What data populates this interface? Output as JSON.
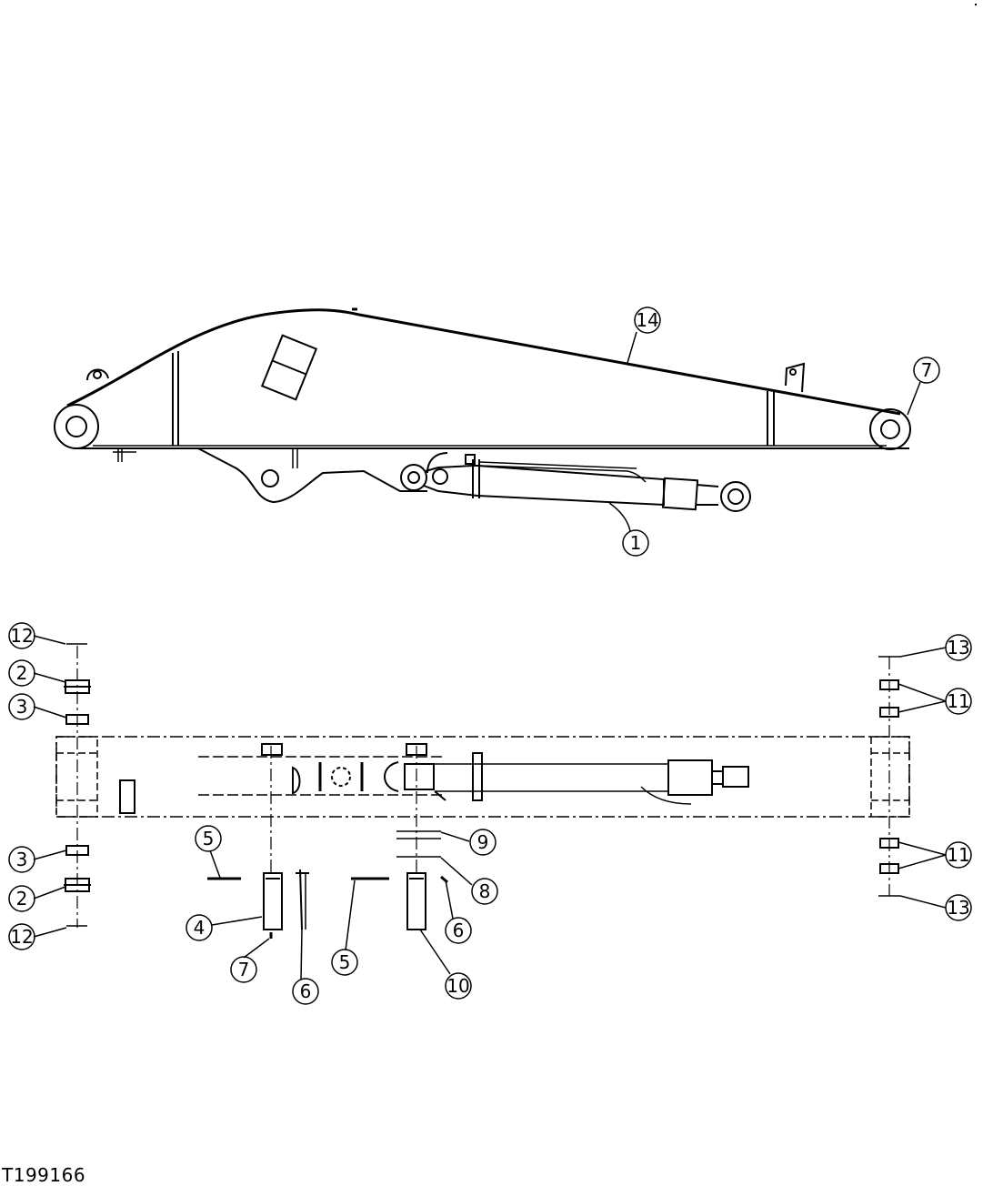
{
  "figure": {
    "id": "T199166"
  },
  "callouts": {
    "c1": "1",
    "c2a": "2",
    "c2b": "2",
    "c3a": "3",
    "c3b": "3",
    "c4": "4",
    "c5a": "5",
    "c5b": "5",
    "c6a": "6",
    "c6b": "6",
    "c7a": "7",
    "c7b": "7",
    "c8": "8",
    "c9": "9",
    "c10": "10",
    "c11a": "11",
    "c11b": "11",
    "c12a": "12",
    "c12b": "12",
    "c13a": "13",
    "c13b": "13",
    "c14": "14"
  }
}
